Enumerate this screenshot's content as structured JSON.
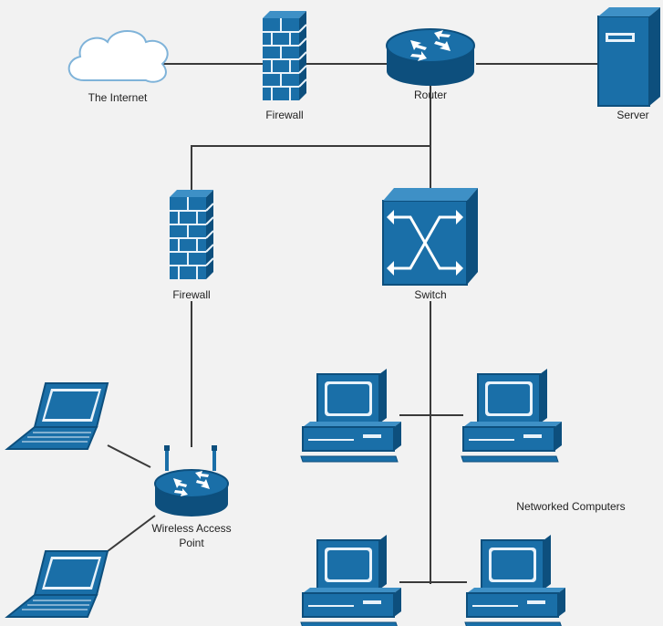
{
  "colors": {
    "background": "#f2f2f2",
    "device_fill": "#1a6fa8",
    "device_dark": "#0d4f7d",
    "device_light": "#3e90c6",
    "line": "#3a3a3a",
    "cloud_stroke": "#7fb3d9"
  },
  "nodes": {
    "internet": {
      "label": "The Internet",
      "icon": "cloud-icon"
    },
    "firewall_top": {
      "label": "Firewall",
      "icon": "firewall-icon"
    },
    "router": {
      "label": "Router",
      "icon": "router-icon"
    },
    "server": {
      "label": "Server",
      "icon": "server-icon"
    },
    "firewall_mid": {
      "label": "Firewall",
      "icon": "firewall-icon"
    },
    "switch": {
      "label": "Switch",
      "icon": "switch-icon"
    },
    "wap": {
      "label_line1": "Wireless Access",
      "label_line2": "Point",
      "icon": "wireless-access-point-icon"
    },
    "laptops": [
      {
        "icon": "laptop-icon"
      },
      {
        "icon": "laptop-icon"
      }
    ],
    "computers": [
      {
        "icon": "desktop-computer-icon"
      },
      {
        "icon": "desktop-computer-icon"
      },
      {
        "icon": "desktop-computer-icon"
      },
      {
        "icon": "desktop-computer-icon"
      }
    ]
  },
  "group_label": "Networked Computers"
}
